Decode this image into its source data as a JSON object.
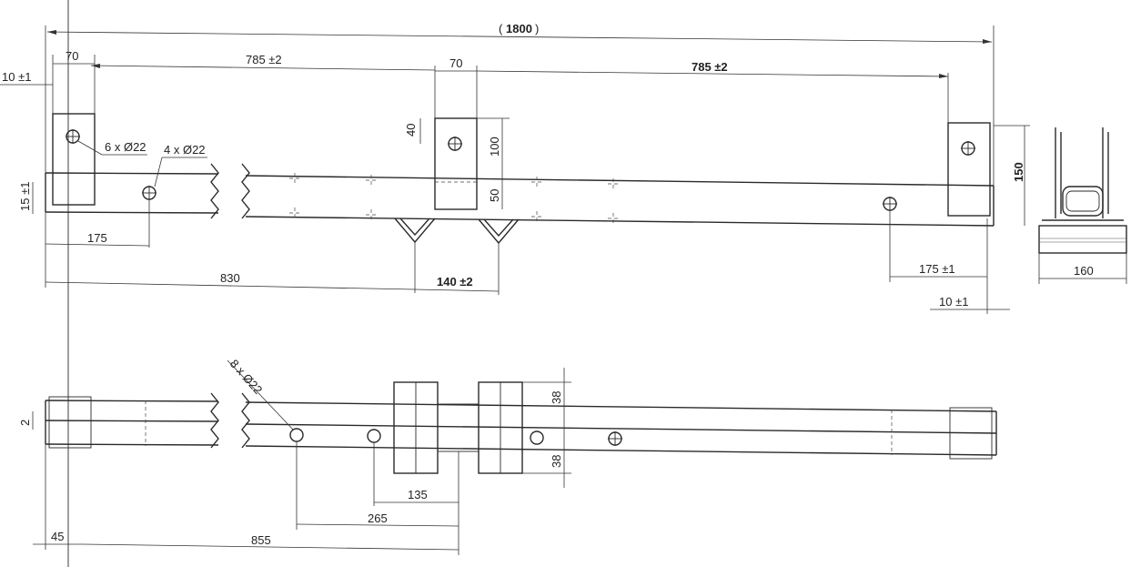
{
  "dimensions": {
    "overall_length": "1800",
    "plate_width_left": "70",
    "plate_width_center": "70",
    "span_left": "785 ±2",
    "span_right": "785 ±2",
    "edge_offset_top": "10 ±1",
    "edge_offset_bottom_right": "10 ±1",
    "hole_label_plate": "6 x Ø22",
    "hole_label_beam": "4 x Ø22",
    "hole_label_bottom": "8 x Ø22",
    "plate_hole_from_top": "40",
    "plate_height_upper": "100",
    "plate_height_lower": "50",
    "side_height": "150",
    "beam_step": "15 ±1",
    "hole_from_left": "175",
    "hole_from_right": "175 ±1",
    "to_notch": "830",
    "notch_spacing": "140 ±2",
    "side_width": "160",
    "flange_upper": "38",
    "flange_lower": "38",
    "gap_small": "2",
    "block_spacing": "135",
    "hole_to_block": "265",
    "left_offset": "45",
    "to_block_bottom": "855"
  }
}
